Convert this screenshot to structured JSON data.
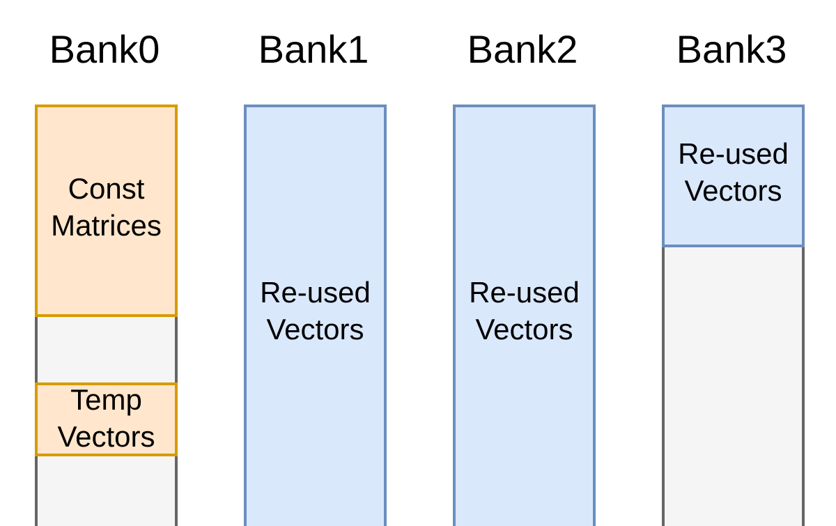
{
  "banks": [
    {
      "title": "Bank0",
      "const_label": [
        "Const",
        "Matrices"
      ],
      "temp_label": [
        "Temp",
        "Vectors"
      ]
    },
    {
      "title": "Bank1",
      "reused_label": [
        "Re-used",
        "Vectors"
      ]
    },
    {
      "title": "Bank2",
      "reused_label": [
        "Re-used",
        "Vectors"
      ]
    },
    {
      "title": "Bank3",
      "reused_label": [
        "Re-used",
        "Vectors"
      ]
    }
  ],
  "colors": {
    "const_fill": "#ffe6cc",
    "const_stroke": "#d79b00",
    "reused_fill": "#dae8fc",
    "reused_stroke": "#6c8ebf",
    "free_fill": "#f5f5f5",
    "free_stroke": "#666666"
  }
}
